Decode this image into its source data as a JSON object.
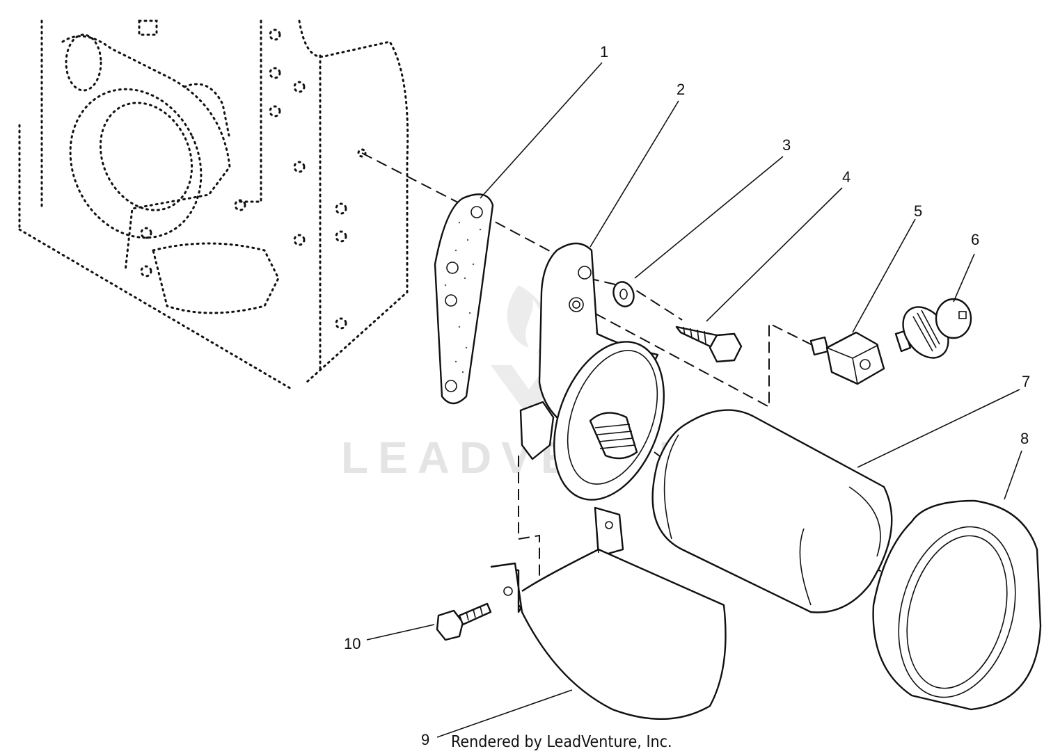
{
  "callouts": [
    {
      "label": "1"
    },
    {
      "label": "2"
    },
    {
      "label": "3"
    },
    {
      "label": "4"
    },
    {
      "label": "5"
    },
    {
      "label": "6"
    },
    {
      "label": "7"
    },
    {
      "label": "8"
    },
    {
      "label": "9"
    },
    {
      "label": "10"
    }
  ],
  "watermark": "LEADVENTURE",
  "footer": "Rendered by LeadVenture, Inc."
}
